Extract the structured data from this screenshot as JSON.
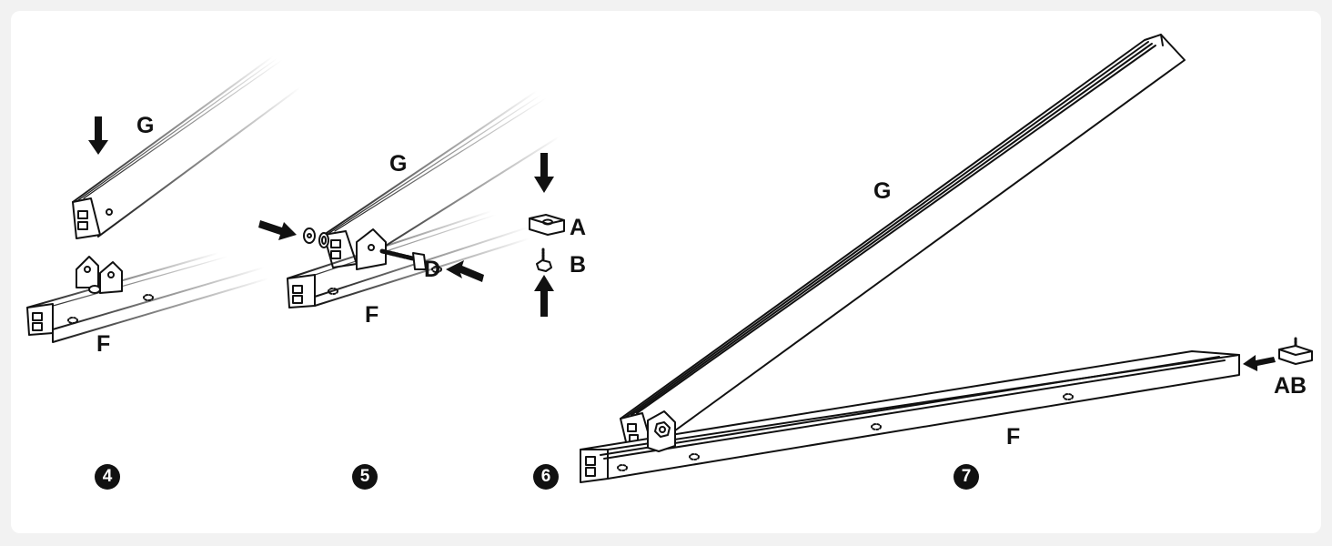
{
  "colors": {
    "line": "#111111",
    "background": "#ffffff",
    "frame": "#f2f2f2"
  },
  "panel4": {
    "step": "4",
    "rail_top": "G",
    "rail_bottom": "F"
  },
  "panel5": {
    "step": "5",
    "rail_top": "G",
    "rail_bottom": "F",
    "bolt": "D"
  },
  "panel6": {
    "step": "6",
    "part_a": "A",
    "part_b": "B"
  },
  "panel7": {
    "step": "7",
    "rail_top": "G",
    "rail_bottom": "F",
    "assembly": "AB"
  }
}
